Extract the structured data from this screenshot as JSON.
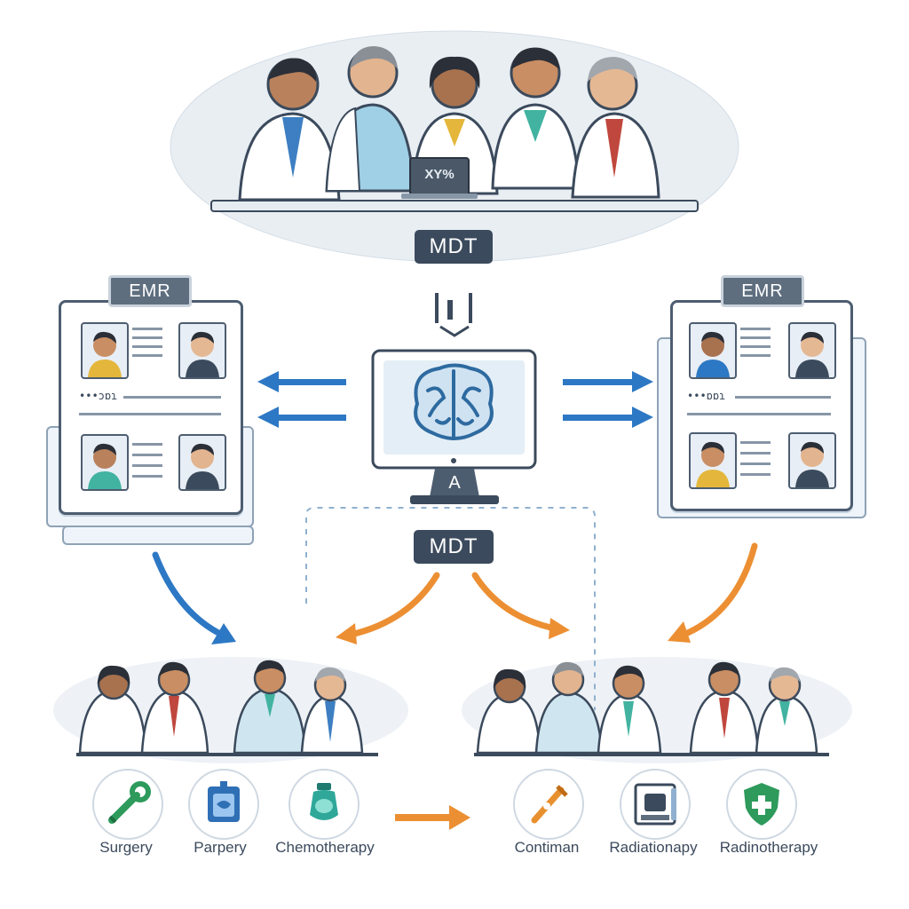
{
  "top_panel": {
    "laptop_text": "XY%",
    "label": "MDT"
  },
  "center": {
    "monitor_stand_letter": "A",
    "label": "MDT"
  },
  "left_emr": {
    "title": "EMR",
    "scribble": "•••ɔɒɿ"
  },
  "right_emr": {
    "title": "EMR",
    "scribble": "•••ɒɒɿ"
  },
  "treatments_left": [
    {
      "label": "Surgery",
      "icon": "scalpel-wrench-icon",
      "color": "#2e9a5c"
    },
    {
      "label": "Parpery",
      "icon": "iv-bag-icon",
      "color": "#2f6fb5"
    },
    {
      "label": "Chemotherapy",
      "icon": "medicine-bottle-icon",
      "color": "#2fa89a"
    }
  ],
  "treatments_right": [
    {
      "label": "Contiman",
      "icon": "syringe-icon",
      "color": "#e8902f"
    },
    {
      "label": "Radiationapy",
      "icon": "radiation-machine-icon",
      "color": "#3b4a5c"
    },
    {
      "label": "Radinotherapy",
      "icon": "shield-cross-icon",
      "color": "#2e9a5c"
    }
  ],
  "colors": {
    "blue_arrow": "#2d78c4",
    "orange_arrow": "#ec8f33",
    "dark": "#3b4a5c",
    "brain": "#2d6aa0"
  }
}
